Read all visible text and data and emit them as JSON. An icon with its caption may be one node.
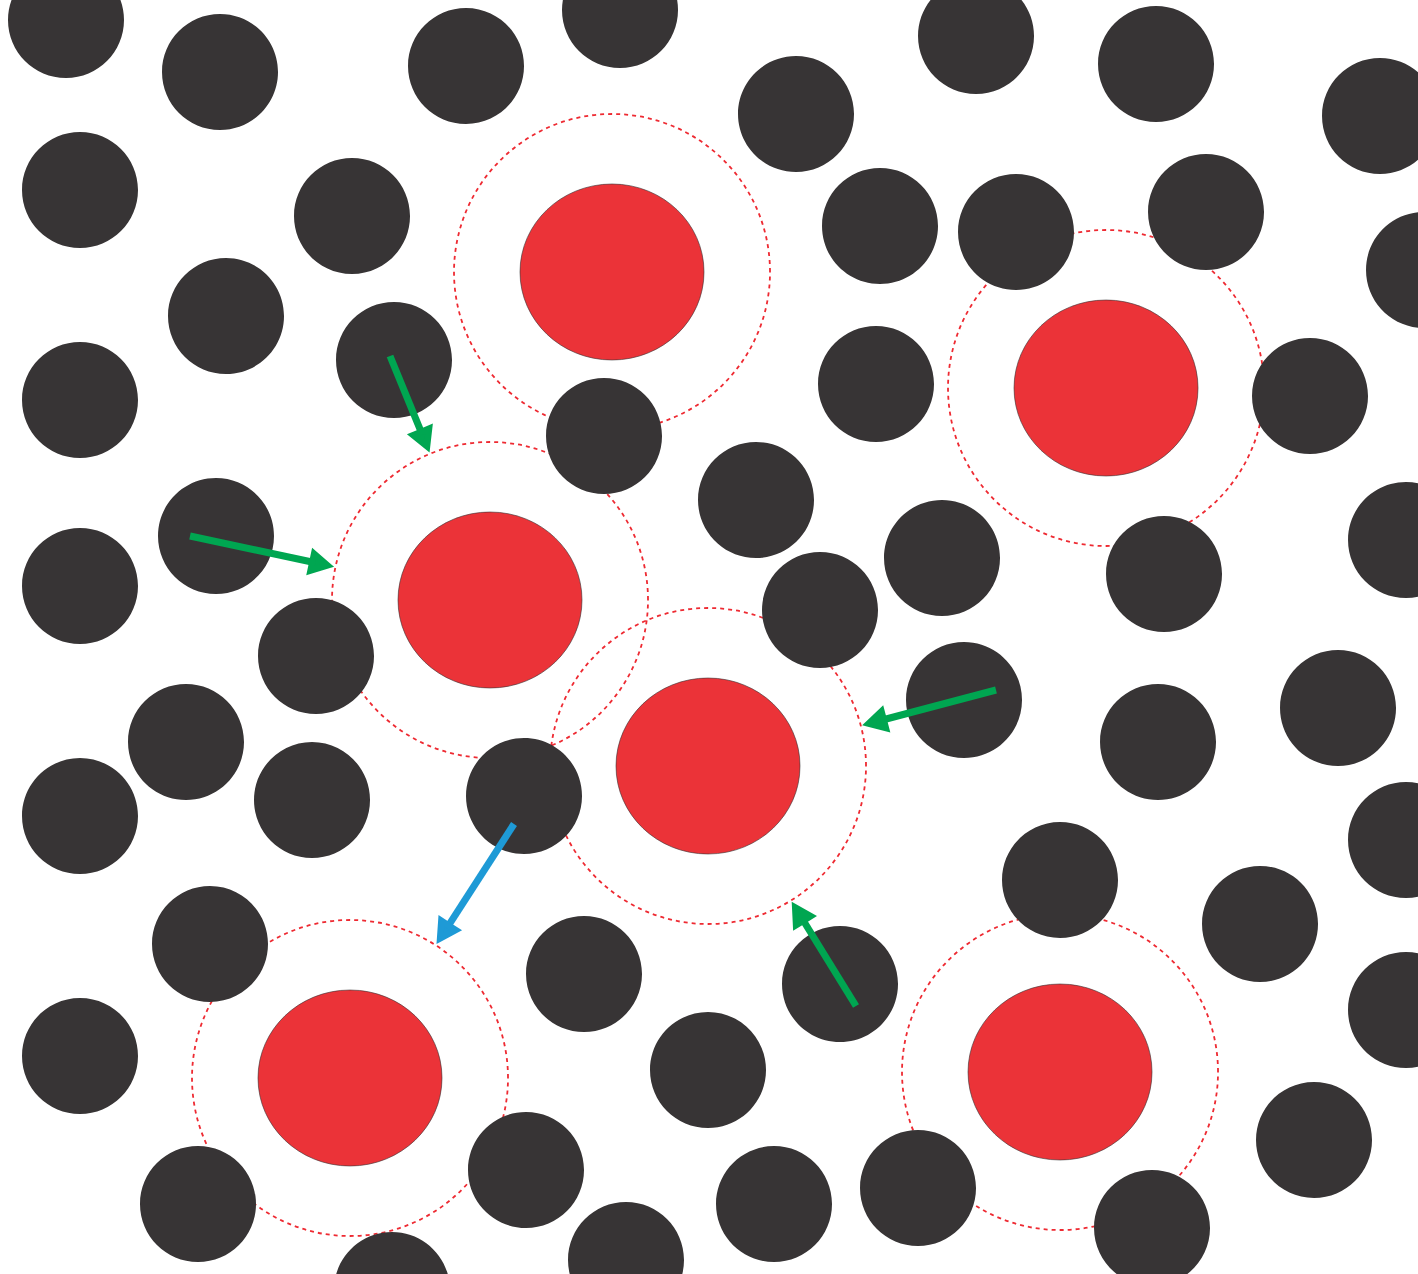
{
  "diagram": {
    "nodes": [
      {
        "text": [],
        "shape": "circle"
      },
      {
        "text": [],
        "shape": "circle"
      },
      {
        "text": [],
        "shape": "circle"
      },
      {
        "text": [],
        "shape": "circle"
      },
      {
        "text": [],
        "shape": "circle"
      },
      {
        "text": [],
        "shape": "circle"
      }
    ],
    "edges": [
      {
        "from": null,
        "to": 2,
        "arrow": "to"
      },
      {
        "from": null,
        "to": 2,
        "arrow": "to"
      },
      {
        "from": null,
        "to": 3,
        "arrow": "to"
      },
      {
        "from": null,
        "to": 3,
        "arrow": "to"
      },
      {
        "from": null,
        "to": 4,
        "arrow": "to",
        "color": "#1e9ad6"
      }
    ]
  }
}
